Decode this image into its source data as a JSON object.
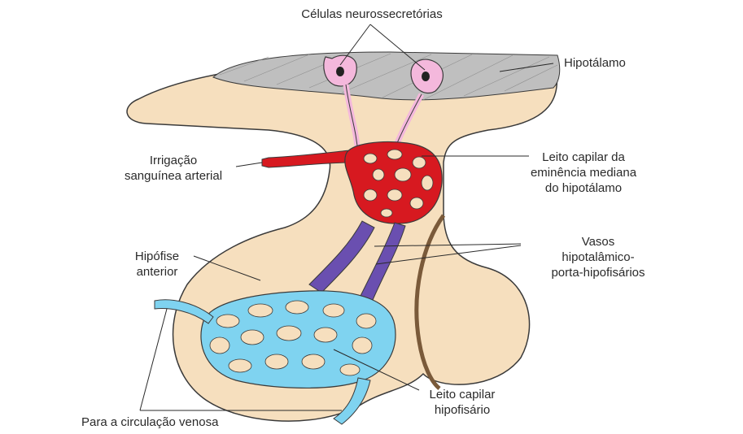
{
  "labels": {
    "neurosecretory_cells": "Células neurossecretórias",
    "hypothalamus": "Hipotálamo",
    "arterial_supply": [
      "Irrigação",
      "sanguínea arterial"
    ],
    "median_eminence_bed": [
      "Leito capilar da",
      "eminência mediana",
      "do hipotálamo"
    ],
    "portal_vessels": [
      "Vasos",
      "hipotalâmico-",
      "porta-hipofisários"
    ],
    "anterior_pituitary": [
      "Hipófise",
      "anterior"
    ],
    "pituitary_capillary_bed": [
      "Leito capilar",
      "hipofisário"
    ],
    "venous_circulation": "Para a circulação venosa"
  },
  "colors": {
    "tissue": "#f6dfbe",
    "hypothalamus_gray": "#bfbfbf",
    "neuron_pink": "#f4b8dc",
    "arterial_red": "#d71920",
    "portal_purple": "#6a4fb0",
    "venous_blue": "#7fd3f0",
    "outline": "#3a3a3a",
    "label_text": "#2a2a2a"
  }
}
